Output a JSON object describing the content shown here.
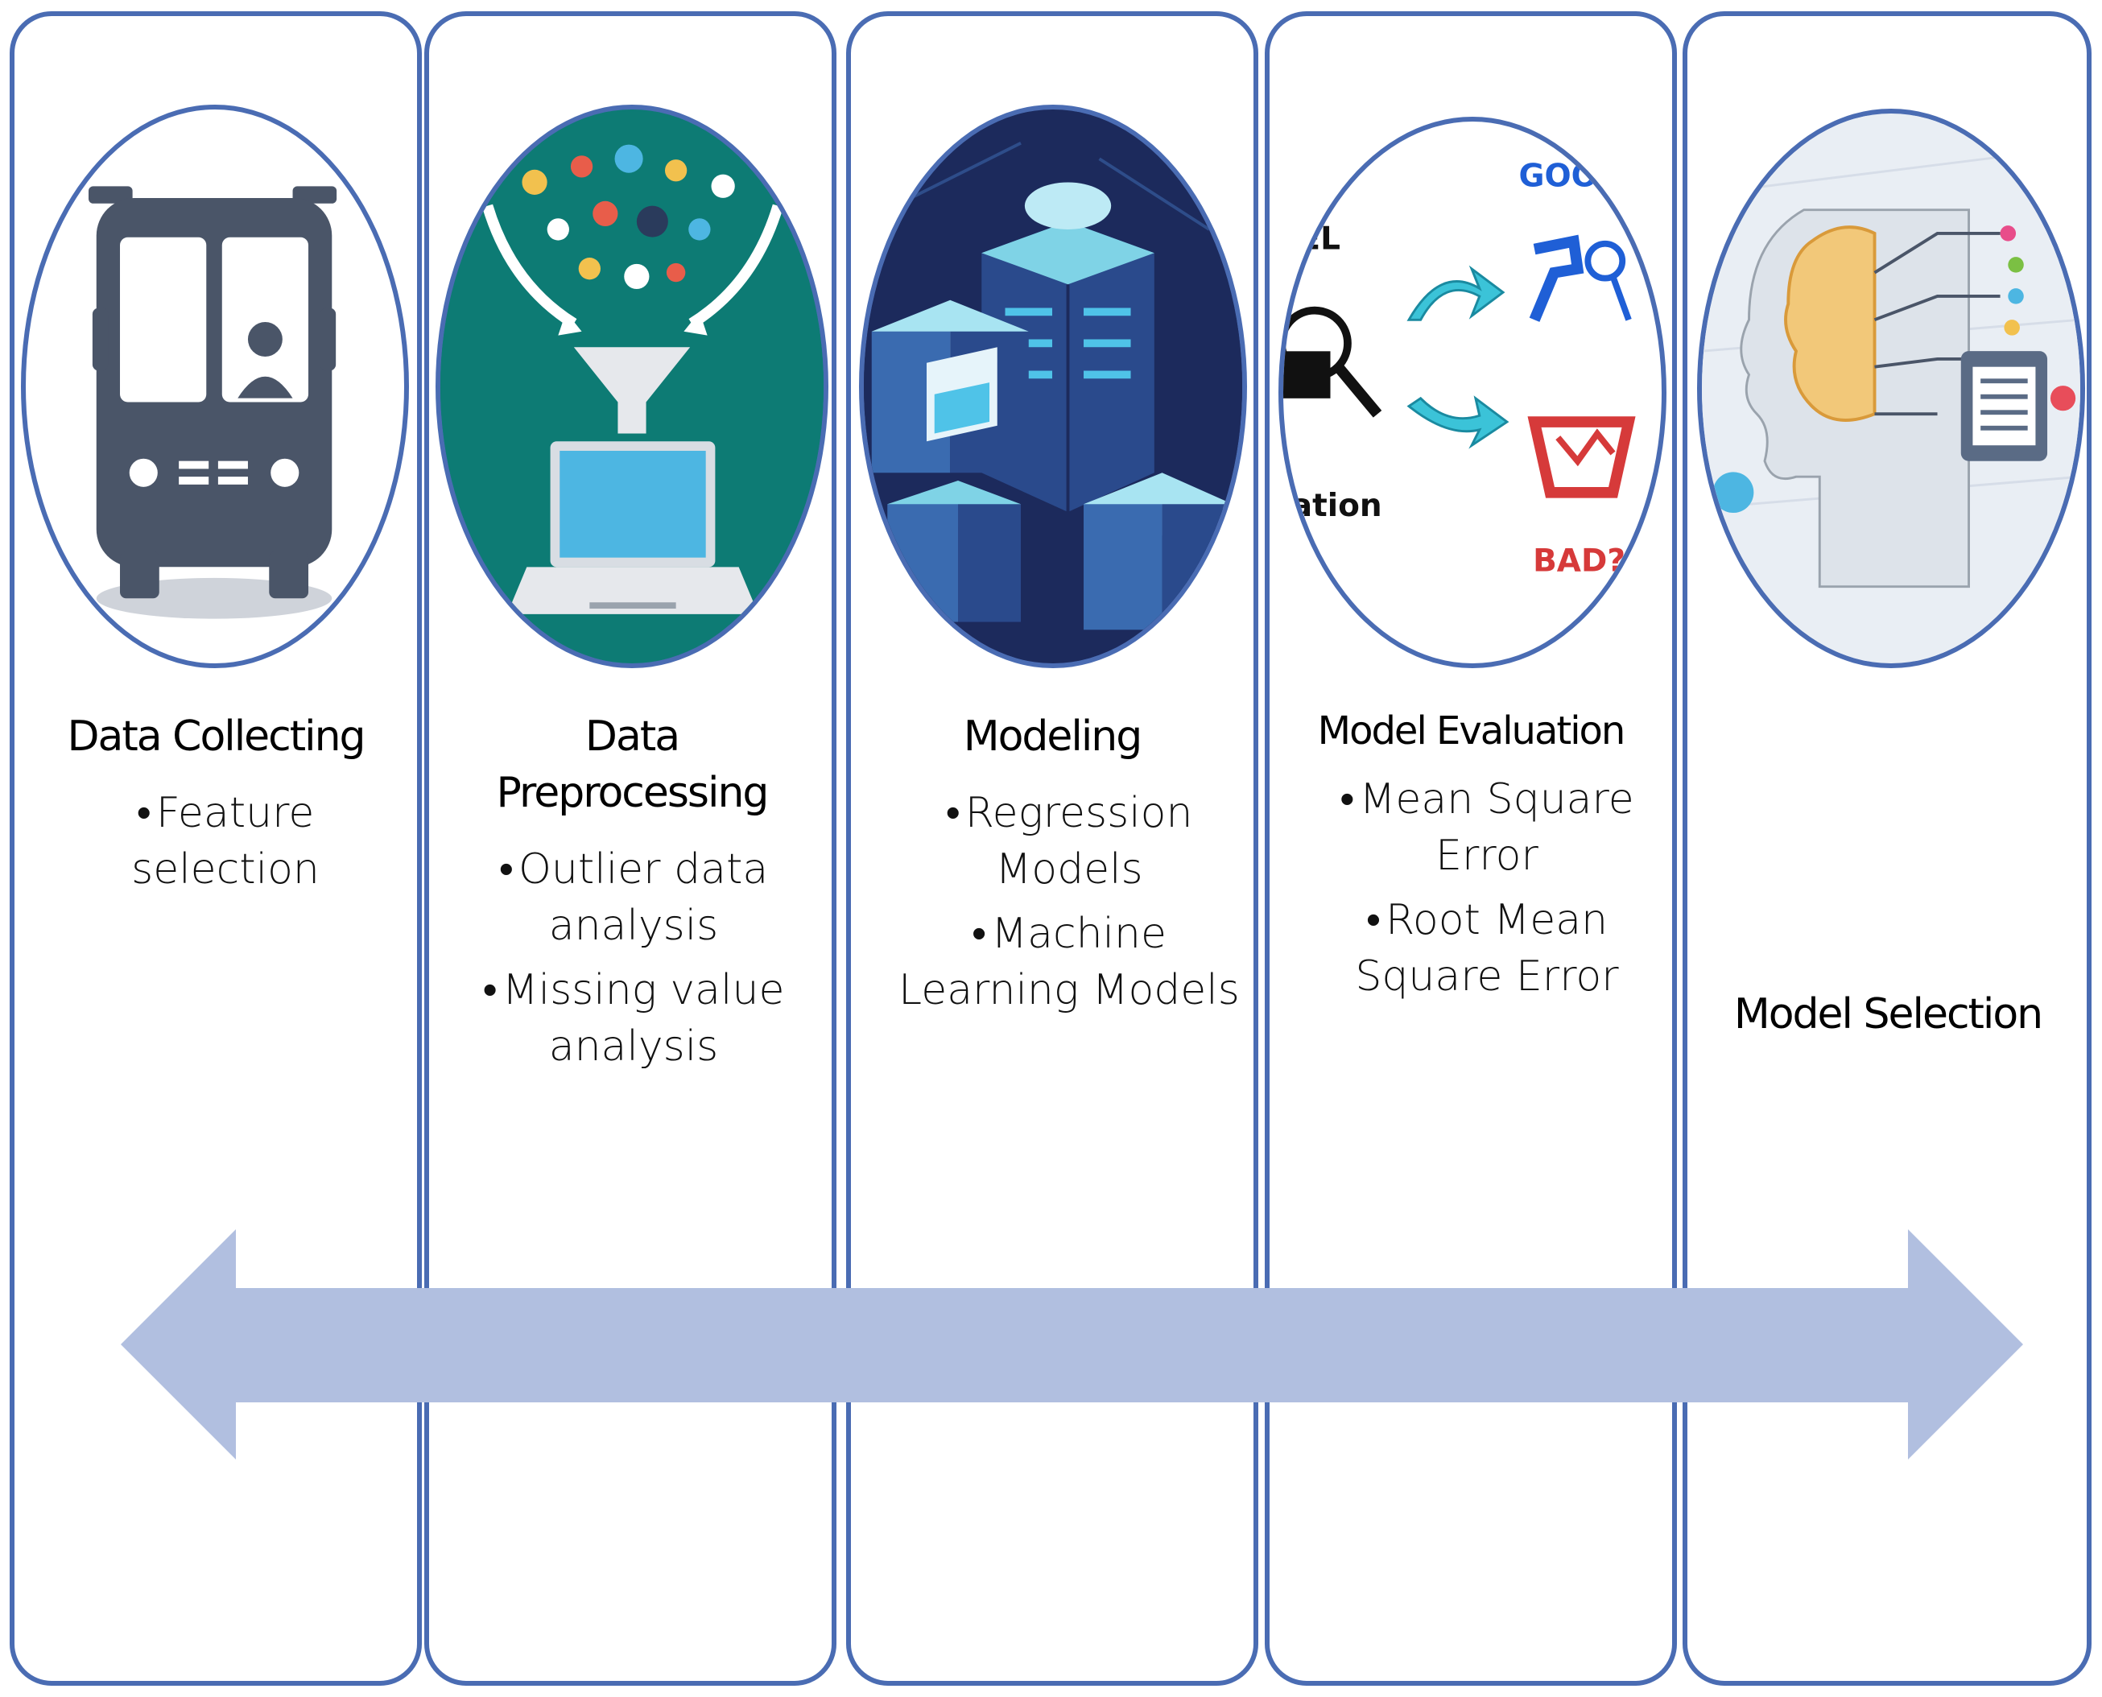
{
  "stages": [
    {
      "id": "data-collecting",
      "title": "Data Collecting",
      "bullets": [
        "Feature selection"
      ]
    },
    {
      "id": "data-preprocessing",
      "title": "Data Preprocessing",
      "bullets": [
        "Outlier data analysis",
        "Missing value analysis"
      ]
    },
    {
      "id": "modeling",
      "title": "Modeling",
      "bullets": [
        "Regression Models",
        "Machine Learning Models"
      ]
    },
    {
      "id": "model-evaluation",
      "title": "Model Evaluation",
      "bullets": [
        "Mean Square Error",
        "Root Mean Square Error"
      ]
    },
    {
      "id": "model-selection",
      "title": "Model Selection",
      "bullets": []
    }
  ],
  "image_text": {
    "good": "GOO",
    "bad": "BAD?",
    "el": "EL",
    "ation": "ation"
  },
  "colors": {
    "border": "#4a6cb3",
    "arrow": "#b1bfe0",
    "teal": "#0d7b74",
    "navy": "#1c2a5c",
    "bus": "#4a5568"
  },
  "icons": [
    "bus-icon",
    "funnel-laptop-icon",
    "server-stack-icon",
    "evaluation-icon",
    "ai-head-icon",
    "double-arrow-icon"
  ]
}
